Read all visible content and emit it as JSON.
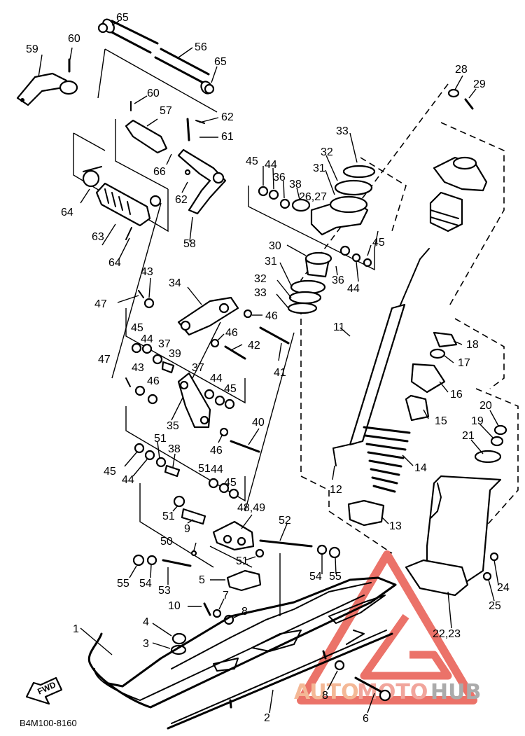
{
  "diagram": {
    "catalog_code": "B4M100-8160",
    "direction_label": "FWD",
    "watermark": {
      "text_a": "AUTO",
      "text_b": "MOTO",
      "text_c": "HUB",
      "color_a": "#f4b896",
      "color_b": "#f1a59c",
      "color_c": "#ababab",
      "logo_color": "#e85a4f"
    }
  },
  "callouts": [
    {
      "label": "65"
    },
    {
      "label": "60"
    },
    {
      "label": "59"
    },
    {
      "label": "56"
    },
    {
      "label": "65"
    },
    {
      "label": "60"
    },
    {
      "label": "57"
    },
    {
      "label": "62"
    },
    {
      "label": "61"
    },
    {
      "label": "66"
    },
    {
      "label": "62"
    },
    {
      "label": "64"
    },
    {
      "label": "63"
    },
    {
      "label": "64"
    },
    {
      "label": "58"
    },
    {
      "label": "45"
    },
    {
      "label": "44"
    },
    {
      "label": "36"
    },
    {
      "label": "38"
    },
    {
      "label": "26,27"
    },
    {
      "label": "33"
    },
    {
      "label": "32"
    },
    {
      "label": "31"
    },
    {
      "label": "45"
    },
    {
      "label": "36"
    },
    {
      "label": "44"
    },
    {
      "label": "30"
    },
    {
      "label": "31"
    },
    {
      "label": "32"
    },
    {
      "label": "33"
    },
    {
      "label": "28"
    },
    {
      "label": "29"
    },
    {
      "label": "11"
    },
    {
      "label": "43"
    },
    {
      "label": "47"
    },
    {
      "label": "34"
    },
    {
      "label": "46"
    },
    {
      "label": "46"
    },
    {
      "label": "42"
    },
    {
      "label": "41"
    },
    {
      "label": "45"
    },
    {
      "label": "44"
    },
    {
      "label": "37"
    },
    {
      "label": "39"
    },
    {
      "label": "47"
    },
    {
      "label": "43"
    },
    {
      "label": "46"
    },
    {
      "label": "37"
    },
    {
      "label": "44"
    },
    {
      "label": "45"
    },
    {
      "label": "18"
    },
    {
      "label": "17"
    },
    {
      "label": "16"
    },
    {
      "label": "15"
    },
    {
      "label": "20"
    },
    {
      "label": "19"
    },
    {
      "label": "21"
    },
    {
      "label": "14"
    },
    {
      "label": "35"
    },
    {
      "label": "40"
    },
    {
      "label": "46"
    },
    {
      "label": "51"
    },
    {
      "label": "38"
    },
    {
      "label": "45"
    },
    {
      "label": "44"
    },
    {
      "label": "51"
    },
    {
      "label": "44"
    },
    {
      "label": "45"
    },
    {
      "label": "12"
    },
    {
      "label": "13"
    },
    {
      "label": "51"
    },
    {
      "label": "9"
    },
    {
      "label": "48,49"
    },
    {
      "label": "52"
    },
    {
      "label": "50"
    },
    {
      "label": "51"
    },
    {
      "label": "55"
    },
    {
      "label": "54"
    },
    {
      "label": "53"
    },
    {
      "label": "5"
    },
    {
      "label": "54"
    },
    {
      "label": "55"
    },
    {
      "label": "24"
    },
    {
      "label": "25"
    },
    {
      "label": "10"
    },
    {
      "label": "7"
    },
    {
      "label": "8"
    },
    {
      "label": "22,23"
    },
    {
      "label": "1"
    },
    {
      "label": "4"
    },
    {
      "label": "3"
    },
    {
      "label": "8"
    },
    {
      "label": "2"
    },
    {
      "label": "6"
    }
  ]
}
